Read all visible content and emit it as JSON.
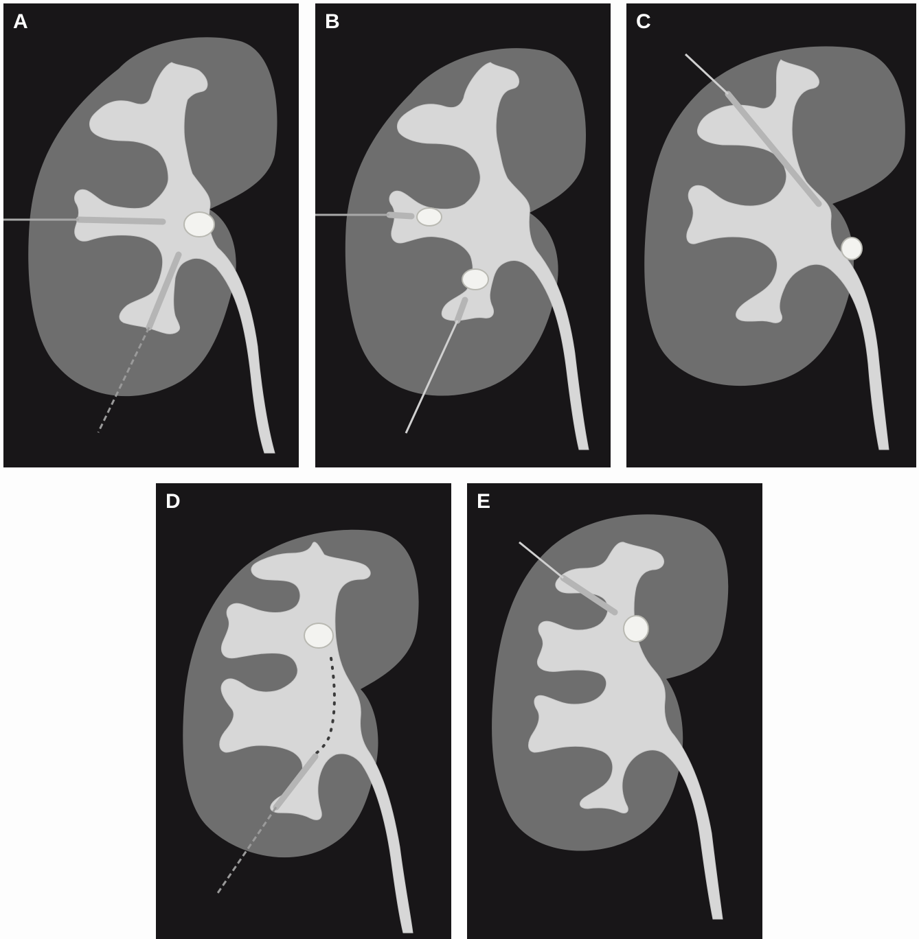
{
  "panels": [
    {
      "label": "A"
    },
    {
      "label": "B"
    },
    {
      "label": "C"
    },
    {
      "label": "D"
    },
    {
      "label": "E"
    }
  ],
  "colors": {
    "background": "#181618",
    "kidney": "#6e6e6e",
    "collecting_system": "#d7d7d7",
    "stone": "#f3f3f0",
    "letters": "#ffffff"
  }
}
